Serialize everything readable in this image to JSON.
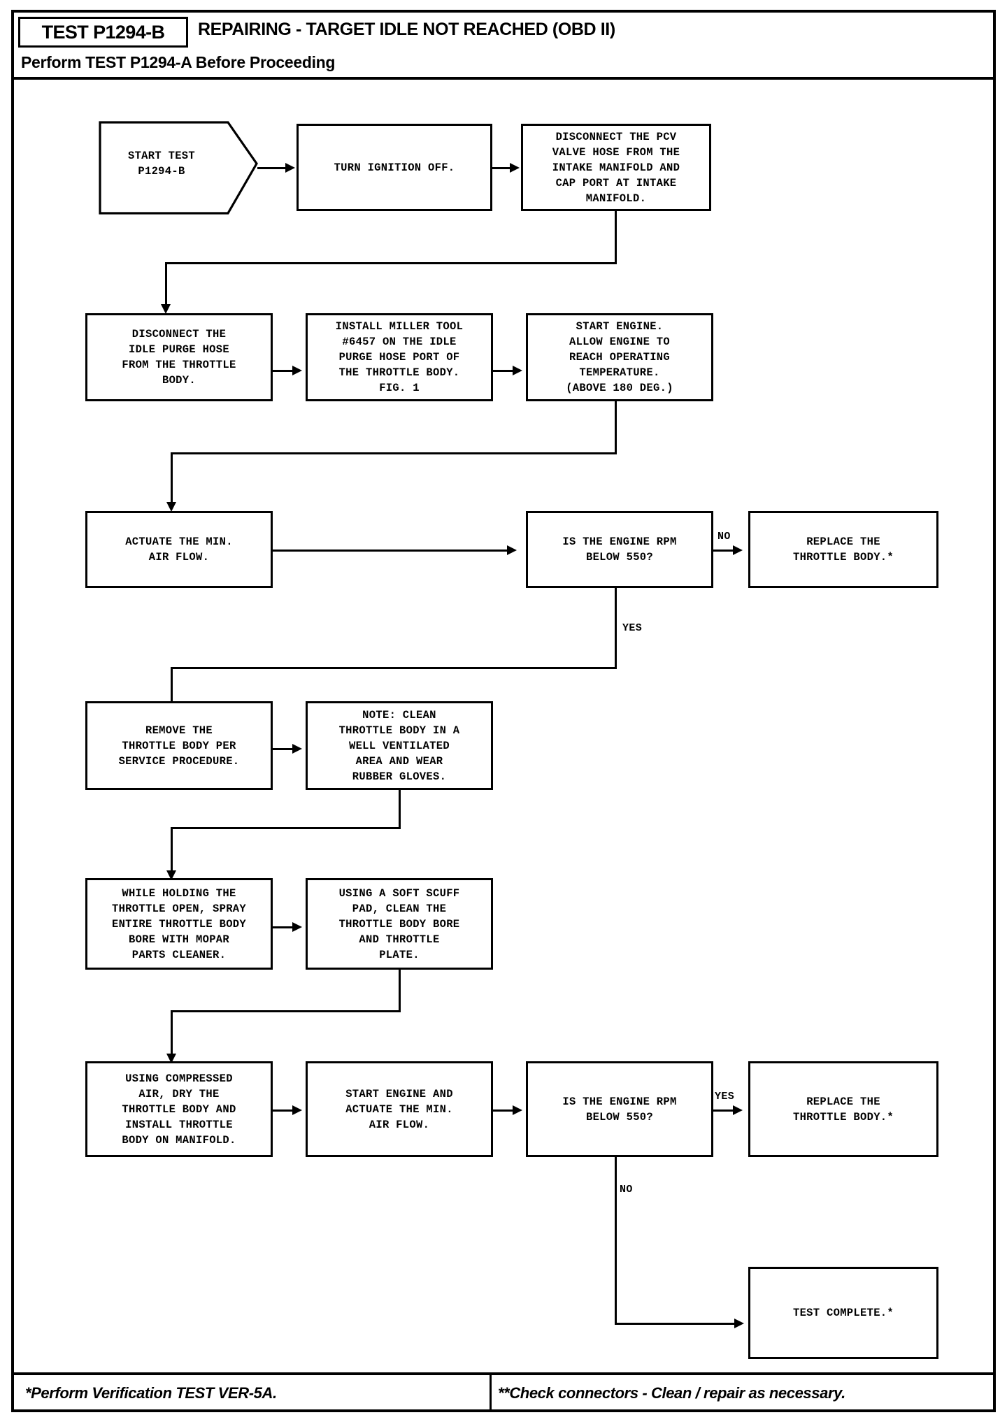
{
  "header": {
    "test_id": "TEST P1294-B",
    "title": "REPAIRING - TARGET IDLE NOT REACHED (OBD II)",
    "subtitle": "Perform TEST P1294-A Before Proceeding"
  },
  "footer": {
    "left": "*Perform Verification TEST VER-5A.",
    "right": "**Check connectors - Clean / repair as necessary."
  },
  "chart_data": {
    "type": "flowchart",
    "title": "REPAIRING - TARGET IDLE NOT REACHED (OBD II)",
    "nodes": [
      {
        "id": "start",
        "shape": "arrow-pentagon",
        "text": "START TEST\nP1294-B"
      },
      {
        "id": "ignition_off",
        "shape": "rect",
        "text": "TURN IGNITION OFF."
      },
      {
        "id": "pcv",
        "shape": "rect",
        "text": "DISCONNECT THE PCV\nVALVE HOSE FROM THE\nINTAKE MANIFOLD AND\nCAP PORT AT INTAKE\nMANIFOLD."
      },
      {
        "id": "idle_purge",
        "shape": "rect",
        "text": "DISCONNECT THE\nIDLE PURGE HOSE\nFROM THE THROTTLE\nBODY."
      },
      {
        "id": "miller",
        "shape": "rect",
        "text": "INSTALL MILLER TOOL\n#6457 ON THE IDLE\nPURGE HOSE PORT OF\nTHE THROTTLE BODY.\nFIG. 1"
      },
      {
        "id": "start_engine",
        "shape": "rect",
        "text": "START ENGINE.\nALLOW ENGINE TO\nREACH OPERATING\nTEMPERATURE.\n(ABOVE 180 DEG.)"
      },
      {
        "id": "actuate",
        "shape": "rect",
        "text": "ACTUATE THE MIN.\nAIR FLOW."
      },
      {
        "id": "rpm_q1",
        "shape": "rect",
        "text": "IS THE ENGINE RPM\nBELOW 550?"
      },
      {
        "id": "replace1",
        "shape": "rect",
        "text": "REPLACE THE\nTHROTTLE BODY.*"
      },
      {
        "id": "remove_tb",
        "shape": "rect",
        "text": "REMOVE THE\nTHROTTLE BODY PER\nSERVICE PROCEDURE."
      },
      {
        "id": "note",
        "shape": "rect",
        "text": "NOTE: CLEAN\nTHROTTLE BODY IN A\nWELL VENTILATED\nAREA AND WEAR\nRUBBER GLOVES.",
        "note_prefix": "NOTE:",
        "note_body": " CLEAN\nTHROTTLE BODY IN A\nWELL VENTILATED\nAREA AND WEAR\nRUBBER GLOVES."
      },
      {
        "id": "spray",
        "shape": "rect",
        "text": "WHILE HOLDING THE\nTHROTTLE OPEN, SPRAY\nENTIRE THROTTLE BODY\nBORE WITH MOPAR\nPARTS CLEANER."
      },
      {
        "id": "scuff",
        "shape": "rect",
        "text": "USING A SOFT SCUFF\nPAD, CLEAN THE\nTHROTTLE BODY BORE\nAND THROTTLE\nPLATE."
      },
      {
        "id": "dry",
        "shape": "rect",
        "text": "USING COMPRESSED\nAIR, DRY THE\nTHROTTLE BODY AND\nINSTALL THROTTLE\nBODY ON MANIFOLD."
      },
      {
        "id": "start2",
        "shape": "rect",
        "text": "START ENGINE AND\nACTUATE THE MIN.\nAIR FLOW."
      },
      {
        "id": "rpm_q2",
        "shape": "rect",
        "text": "IS THE ENGINE RPM\nBELOW 550?"
      },
      {
        "id": "replace2",
        "shape": "rect",
        "text": "REPLACE THE\nTHROTTLE BODY.*"
      },
      {
        "id": "complete",
        "shape": "rect",
        "text": "TEST COMPLETE.*"
      }
    ],
    "edges": [
      {
        "from": "start",
        "to": "ignition_off",
        "label": ""
      },
      {
        "from": "ignition_off",
        "to": "pcv",
        "label": ""
      },
      {
        "from": "pcv",
        "to": "idle_purge",
        "label": ""
      },
      {
        "from": "idle_purge",
        "to": "miller",
        "label": ""
      },
      {
        "from": "miller",
        "to": "start_engine",
        "label": ""
      },
      {
        "from": "start_engine",
        "to": "actuate",
        "label": ""
      },
      {
        "from": "actuate",
        "to": "rpm_q1",
        "label": ""
      },
      {
        "from": "rpm_q1",
        "to": "replace1",
        "label": "NO"
      },
      {
        "from": "rpm_q1",
        "to": "remove_tb",
        "label": "YES"
      },
      {
        "from": "remove_tb",
        "to": "note",
        "label": ""
      },
      {
        "from": "note",
        "to": "spray",
        "label": ""
      },
      {
        "from": "spray",
        "to": "scuff",
        "label": ""
      },
      {
        "from": "scuff",
        "to": "dry",
        "label": ""
      },
      {
        "from": "dry",
        "to": "start2",
        "label": ""
      },
      {
        "from": "start2",
        "to": "rpm_q2",
        "label": ""
      },
      {
        "from": "rpm_q2",
        "to": "replace2",
        "label": "YES"
      },
      {
        "from": "rpm_q2",
        "to": "complete",
        "label": "NO"
      }
    ],
    "edge_labels": {
      "no1": "NO",
      "yes1": "YES",
      "yes2": "YES",
      "no2": "NO"
    }
  }
}
